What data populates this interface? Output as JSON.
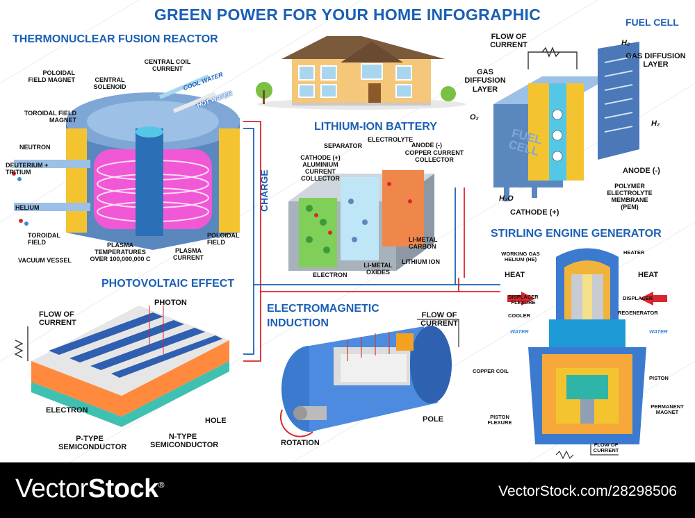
{
  "title": "GREEN POWER FOR YOUR HOME INFOGRAPHIC",
  "colors": {
    "heading": "#1b5fb4",
    "footer_bg": "#000000",
    "wire": "#d9262c"
  },
  "fusion": {
    "heading": "THERMONUCLEAR FUSION REACTOR",
    "labels": {
      "poloidal_magnet": "POLOIDAL FIELD MAGNET",
      "central_solenoid": "CENTRAL SOLENOID",
      "central_coil": "CENTRAL COIL CURRENT",
      "toroidal_magnet": "TOROIDAL FIELD MAGNET",
      "neutron": "NEUTRON",
      "deuterium": "DEUTERIUM + TRITIUM",
      "helium": "HELIUM",
      "toroidal_field": "TOROIDAL FIELD",
      "vacuum_vessel": "VACUUM VESSEL",
      "plasma_temp": "PLASMA TEMPERATURES OVER 100,000,000 C",
      "plasma_current": "PLASMA CURRENT",
      "poloidal_field": "POLOIDAL FIELD",
      "cool_water": "COOL WATER",
      "hot_water": "HOT WATER"
    }
  },
  "battery": {
    "heading": "LITHIUM-ION BATTERY",
    "charge": "CHARGE",
    "labels": {
      "separator": "SEPARATOR",
      "electrolyte": "ELECTROLYTE",
      "anode": "ANODE (-)",
      "copper": "COPPER CURRENT COLLECTOR",
      "cathode": "CATHODE (+)",
      "aluminium": "ALUMINIUM CURRENT COLLECTOR",
      "limetal_carbon": "LI-METAL CARBON",
      "lithium_ion": "LITHIUM ION",
      "limetal_oxides": "LI-METAL OXIDES",
      "electron": "ELECTRON"
    }
  },
  "fuel": {
    "heading": "FUEL CELL",
    "cell_text": "FUEL CELL",
    "labels": {
      "flow_of_current": "FLOW OF CURRENT",
      "gdl_left": "GAS DIFFUSION LAYER",
      "gdl_right": "GAS DIFFUSION LAYER",
      "h2_top": "H₂",
      "h2_right": "H₂",
      "o2": "O₂",
      "h2o": "H₂O",
      "anode": "ANODE (-)",
      "pem": "POLYMER ELECTROLYTE MEMBRANE (PEM)",
      "cathode": "CATHODE (+)"
    }
  },
  "pv": {
    "heading": "PHOTOVOLTAIC  EFFECT",
    "labels": {
      "flow_of_current": "FLOW OF CURRENT",
      "photon": "PHOTON",
      "electron": "ELECTRON",
      "hole": "HOLE",
      "ptype": "P-TYPE SEMICONDUCTOR",
      "ntype": "N-TYPE SEMICONDUCTOR"
    }
  },
  "em": {
    "heading": "ELECTROMAGNETIC INDUCTION",
    "labels": {
      "flow_of_current": "FLOW OF CURRENT",
      "rotation": "ROTATION",
      "pole": "POLE"
    }
  },
  "stirling": {
    "heading": "STIRLING ENGINE GENERATOR",
    "labels": {
      "working_gas": "WORKING GAS HELIUM (He)",
      "heater": "HEATER",
      "heat_left": "HEAT",
      "heat_right": "HEAT",
      "displacer": "DISPLACER",
      "displacer_flexure": "DISPLACER FLEXURE",
      "regenerator": "REGENERATOR",
      "cooler": "COOLER",
      "water_left": "WATER",
      "water_right": "WATER",
      "copper_coil": "COPPER COIL",
      "piston": "PISTON",
      "permanent_magnet": "PERMANENT MAGNET",
      "piston_flexure": "PISTON FLEXURE",
      "flow_of_current": "FLOW OF CURRENT"
    }
  },
  "footer": {
    "brand_a": "Vector",
    "brand_b": "Stock",
    "reg": "®",
    "url": "VectorStock.com/28298506"
  }
}
